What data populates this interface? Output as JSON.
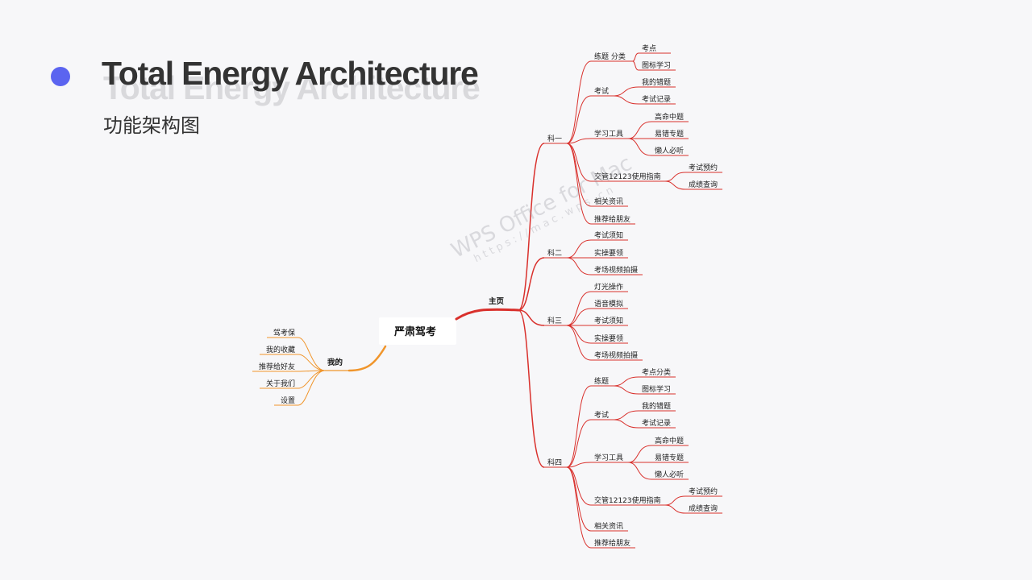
{
  "slide": {
    "title": "Total Energy Architecture",
    "subtitle": "功能架构图",
    "colors": {
      "bullet": "#5b64f0",
      "title": "#333333",
      "main_branch": "#d9302c",
      "mine_branch": "#f0952b"
    }
  },
  "mindmap": {
    "root": "严肃驾考",
    "main": {
      "label": "主页",
      "children": [
        {
          "label": "科一",
          "children": [
            {
              "label": "练题 分类",
              "children": [
                {
                  "label": "考点"
                },
                {
                  "label": "图标学习"
                }
              ]
            },
            {
              "label": "考试",
              "children": [
                {
                  "label": "我的错题"
                },
                {
                  "label": "考试记录"
                }
              ]
            },
            {
              "label": "学习工具",
              "children": [
                {
                  "label": "高命中题"
                },
                {
                  "label": "易错专题"
                },
                {
                  "label": "懒人必听"
                }
              ]
            },
            {
              "label": "交管12123使用指南",
              "children": [
                {
                  "label": "考试预约"
                },
                {
                  "label": "成绩查询"
                }
              ]
            },
            {
              "label": "相关资讯"
            },
            {
              "label": "推荐给朋友"
            }
          ]
        },
        {
          "label": "科二",
          "children": [
            {
              "label": "考试须知"
            },
            {
              "label": "实操要领"
            },
            {
              "label": "考场视频拍摄"
            }
          ]
        },
        {
          "label": "科三",
          "children": [
            {
              "label": "灯光操作"
            },
            {
              "label": "语音模拟"
            },
            {
              "label": "考试须知"
            },
            {
              "label": "实操要领"
            },
            {
              "label": "考场视频拍摄"
            }
          ]
        },
        {
          "label": "科四",
          "children": [
            {
              "label": "练题",
              "children": [
                {
                  "label": "考点分类"
                },
                {
                  "label": "图标学习"
                }
              ]
            },
            {
              "label": "考试",
              "children": [
                {
                  "label": "我的错题"
                },
                {
                  "label": "考试记录"
                }
              ]
            },
            {
              "label": "学习工具",
              "children": [
                {
                  "label": "高命中题"
                },
                {
                  "label": "易错专题"
                },
                {
                  "label": "懒人必听"
                }
              ]
            },
            {
              "label": "交管12123使用指南",
              "children": [
                {
                  "label": "考试预约"
                },
                {
                  "label": "成绩查询"
                }
              ]
            },
            {
              "label": "相关资讯"
            },
            {
              "label": "推荐给朋友"
            }
          ]
        }
      ]
    },
    "mine": {
      "label": "我的",
      "children": [
        {
          "label": "驾考保"
        },
        {
          "label": "我的收藏"
        },
        {
          "label": "推荐给好友"
        },
        {
          "label": "关于我们"
        },
        {
          "label": "设置"
        }
      ]
    }
  },
  "watermark": {
    "line1": "WPS Office for Mac",
    "line2": "https://mac.wps.cn"
  }
}
